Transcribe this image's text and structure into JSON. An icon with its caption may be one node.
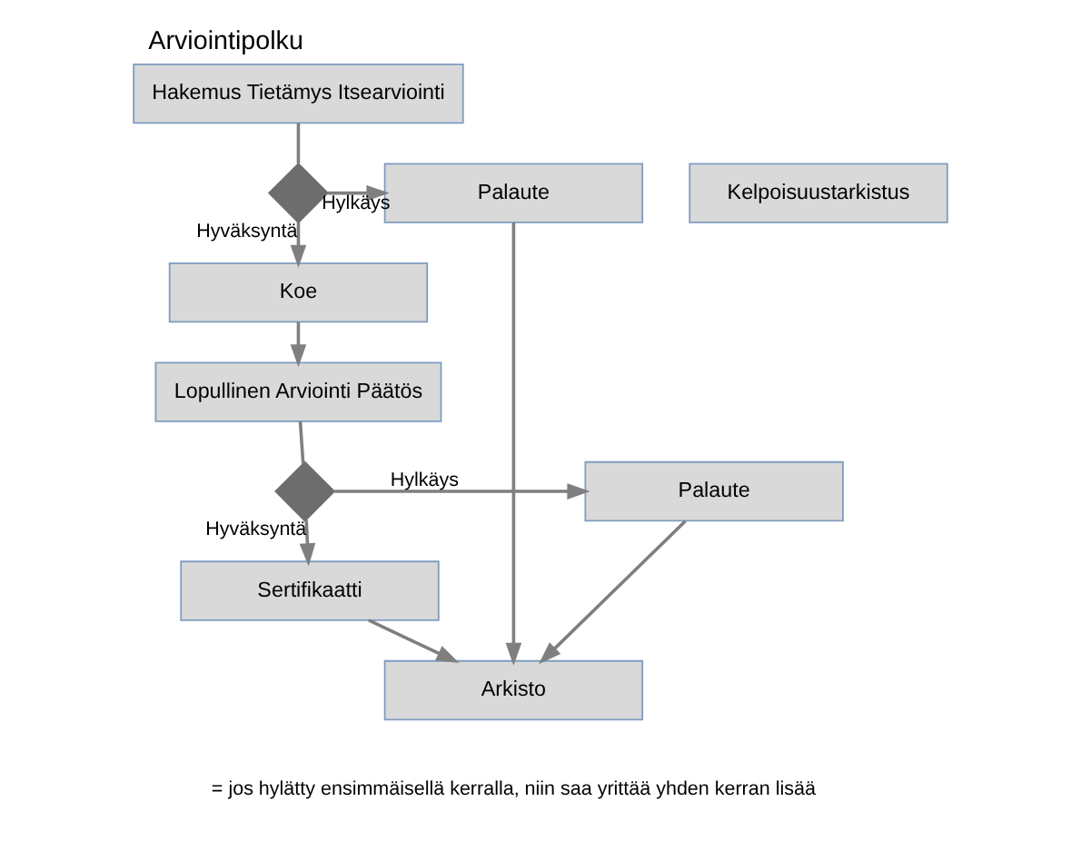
{
  "diagram": {
    "title": "Arviointipolku",
    "nodes": [
      {
        "text": [
          "Hakemus Tietämys Itsearviointi"
        ]
      },
      {
        "text": [],
        "shape": "diamond"
      },
      {
        "text": [
          "Palaute"
        ]
      },
      {
        "text": [
          "Kelpoisuustarkistus"
        ]
      },
      {
        "text": [
          "Koe"
        ]
      },
      {
        "text": [
          "Lopullinen Arviointi Päätös"
        ]
      },
      {
        "text": [],
        "shape": "diamond"
      },
      {
        "text": [
          "Palaute"
        ]
      },
      {
        "text": [
          "Sertifikaatti"
        ]
      },
      {
        "text": [
          "Arkisto"
        ]
      }
    ],
    "edges": [
      {
        "from": 0,
        "to": 1,
        "arrow": "none"
      },
      {
        "from": 1,
        "to": 2,
        "arrow": "to",
        "label": "Hylkäys"
      },
      {
        "from": 1,
        "to": 4,
        "arrow": "to",
        "label": "Hyväksyntä"
      },
      {
        "from": 4,
        "to": 5,
        "arrow": "to"
      },
      {
        "from": 5,
        "to": 6,
        "arrow": "none"
      },
      {
        "from": 6,
        "to": 7,
        "arrow": "to",
        "label": "Hylkäys"
      },
      {
        "from": 6,
        "to": 8,
        "arrow": "to",
        "label": "Hyväksyntä"
      },
      {
        "from": 2,
        "to": 9,
        "arrow": "to"
      },
      {
        "from": 7,
        "to": 9,
        "arrow": "to"
      },
      {
        "from": 8,
        "to": 9,
        "arrow": "to"
      }
    ],
    "legend": [
      {
        "text": "= jos hylätty ensimmäisellä kerralla, niin saa yrittää yhden kerran lisää"
      }
    ]
  }
}
